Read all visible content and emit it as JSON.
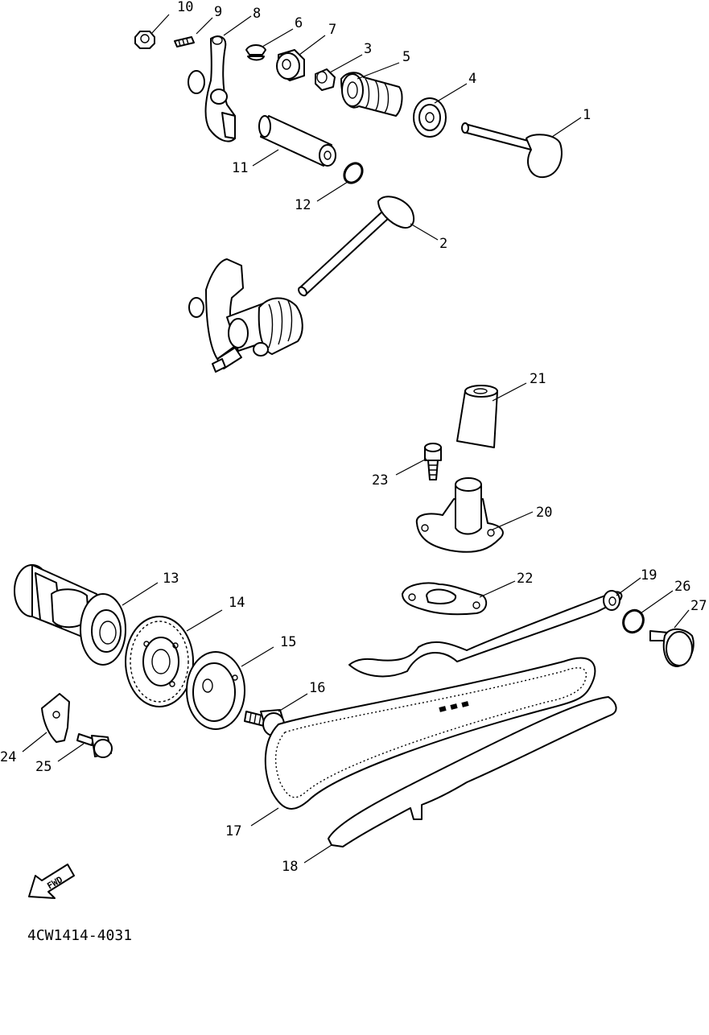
{
  "diagram": {
    "catalog_code": "4CW1414-4031",
    "fwd_label": "FWD",
    "callouts": [
      {
        "id": "1",
        "text": "1"
      },
      {
        "id": "2",
        "text": "2"
      },
      {
        "id": "3",
        "text": "3"
      },
      {
        "id": "4",
        "text": "4"
      },
      {
        "id": "5",
        "text": "5"
      },
      {
        "id": "6",
        "text": "6"
      },
      {
        "id": "7",
        "text": "7"
      },
      {
        "id": "8",
        "text": "8"
      },
      {
        "id": "9",
        "text": "9"
      },
      {
        "id": "10",
        "text": "10"
      },
      {
        "id": "11",
        "text": "11"
      },
      {
        "id": "12",
        "text": "12"
      },
      {
        "id": "13",
        "text": "13"
      },
      {
        "id": "14",
        "text": "14"
      },
      {
        "id": "15",
        "text": "15"
      },
      {
        "id": "16",
        "text": "16"
      },
      {
        "id": "17",
        "text": "17"
      },
      {
        "id": "18",
        "text": "18"
      },
      {
        "id": "19",
        "text": "19"
      },
      {
        "id": "20",
        "text": "20"
      },
      {
        "id": "21",
        "text": "21"
      },
      {
        "id": "22",
        "text": "22"
      },
      {
        "id": "23",
        "text": "23"
      },
      {
        "id": "24",
        "text": "24"
      },
      {
        "id": "25",
        "text": "25"
      },
      {
        "id": "26",
        "text": "26"
      },
      {
        "id": "27",
        "text": "27"
      }
    ]
  }
}
